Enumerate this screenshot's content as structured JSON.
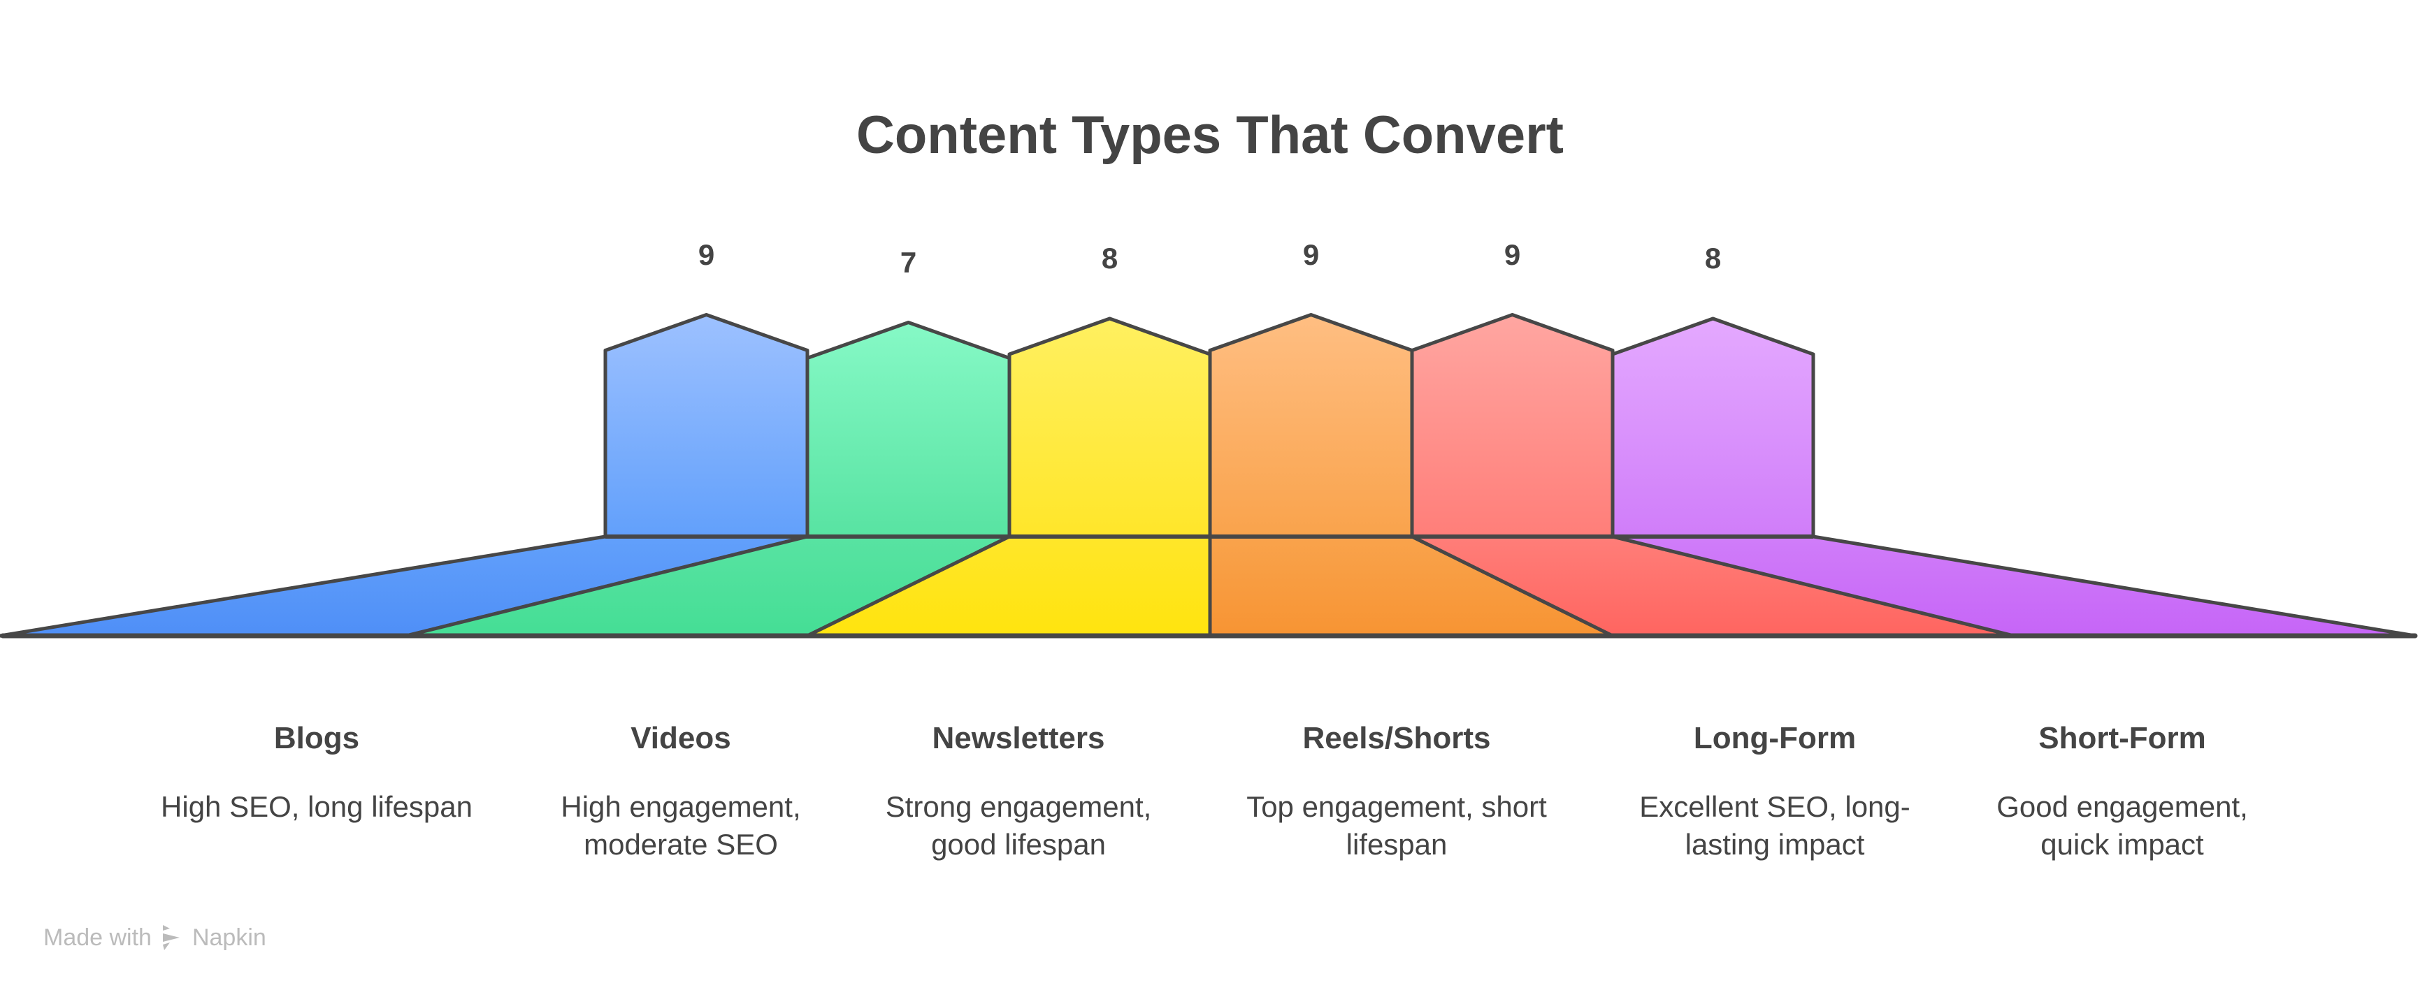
{
  "title": "Content Types That Convert",
  "chart_data": {
    "type": "bar",
    "title": "Content Types That Convert",
    "categories": [
      "Blogs",
      "Videos",
      "Newsletters",
      "Reels/Shorts",
      "Long-Form",
      "Short-Form"
    ],
    "values": [
      9,
      7,
      8,
      9,
      9,
      8
    ],
    "value_labels": [
      "9",
      "7",
      "8",
      "9",
      "9",
      "8"
    ],
    "descriptions": [
      [
        "High SEO, long lifespan"
      ],
      [
        "High engagement,",
        "moderate SEO"
      ],
      [
        "Strong engagement,",
        "good lifespan"
      ],
      [
        "Top engagement, short",
        "lifespan"
      ],
      [
        "Excellent SEO, long-",
        "lasting impact"
      ],
      [
        "Good engagement,",
        "quick impact"
      ]
    ],
    "colors": [
      {
        "top": "#9dc1ff",
        "bottom": "#62a0fb",
        "base": "#4f8ff7"
      },
      {
        "top": "#86f9c6",
        "bottom": "#58e3a2",
        "base": "#45de95"
      },
      {
        "top": "#fff060",
        "bottom": "#ffe62a",
        "base": "#ffe40e"
      },
      {
        "top": "#ffbe82",
        "bottom": "#f9a34c",
        "base": "#f79433"
      },
      {
        "top": "#ffa6a1",
        "bottom": "#ff7e79",
        "base": "#ff6560"
      },
      {
        "top": "#e4a9ff",
        "bottom": "#d07df9",
        "base": "#c665f7"
      }
    ]
  },
  "footer": {
    "made_with": "Made with",
    "brand": "Napkin"
  }
}
